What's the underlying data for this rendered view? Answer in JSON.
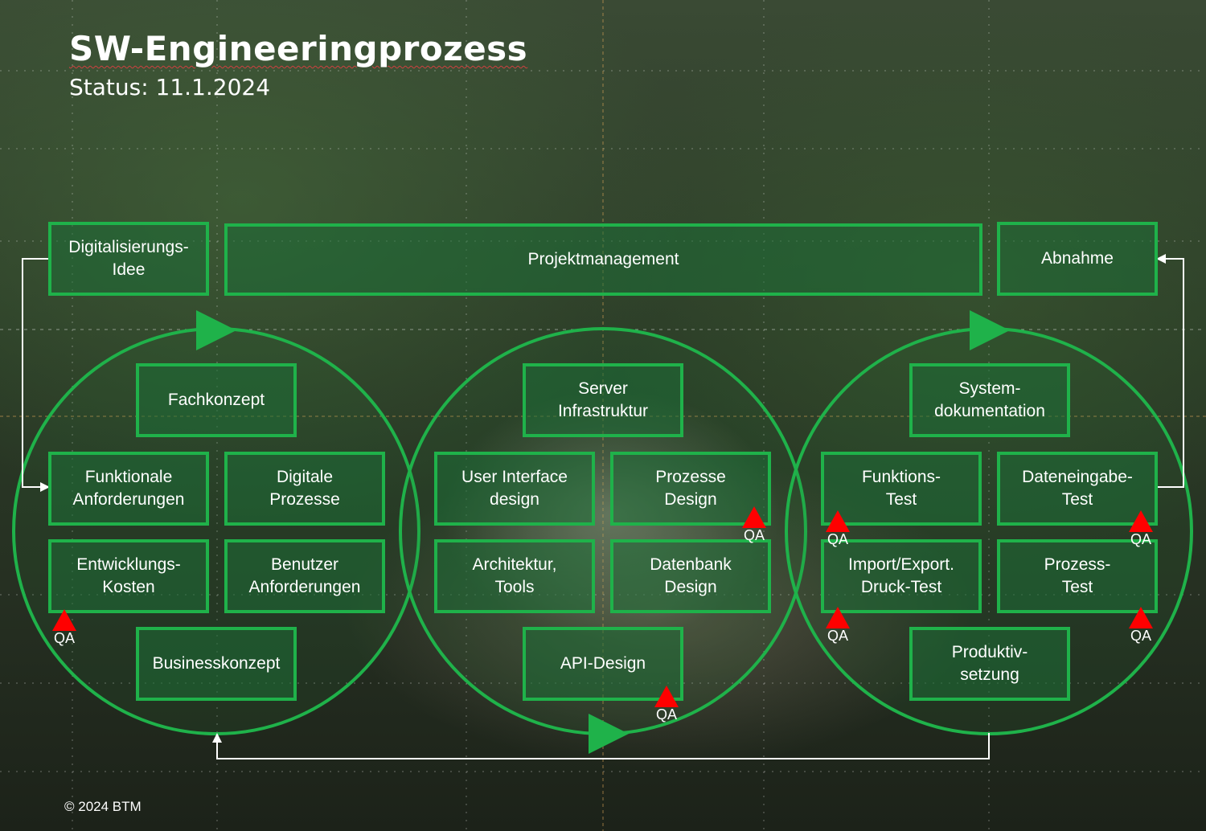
{
  "header": {
    "title": "SW-Engineeringprozess",
    "status": "Status: 11.1.2024"
  },
  "top_row": {
    "idea": "Digitalisierungs-\nIdee",
    "pm": "Projektmanagement",
    "acceptance": "Abnahme"
  },
  "circle_left": {
    "b1": "Fachkonzept",
    "b2": "Funktionale\nAnforderungen",
    "b3": "Digitale\nProzesse",
    "b4": "Entwicklungs-\nKosten",
    "b5": "Benutzer\nAnforderungen",
    "b6": "Businesskonzept"
  },
  "circle_mid": {
    "b1": "Server\nInfrastruktur",
    "b2": "User Interface\ndesign",
    "b3": "Prozesse\nDesign",
    "b4": "Architektur,\nTools",
    "b5": "Datenbank\nDesign",
    "b6": "API-Design"
  },
  "circle_right": {
    "b1": "System-\ndokumentation",
    "b2": "Funktions-\nTest",
    "b3": "Dateneingabe-\nTest",
    "b4": "Import/Export.\nDruck-Test",
    "b5": "Prozess-\nTest",
    "b6": "Produktiv-\nsetzung"
  },
  "qa_label": "QA",
  "footer": {
    "copyright": "© 2024 BTM"
  },
  "colors": {
    "accent_green": "#1fb24a",
    "qa_red": "#ff0000"
  }
}
